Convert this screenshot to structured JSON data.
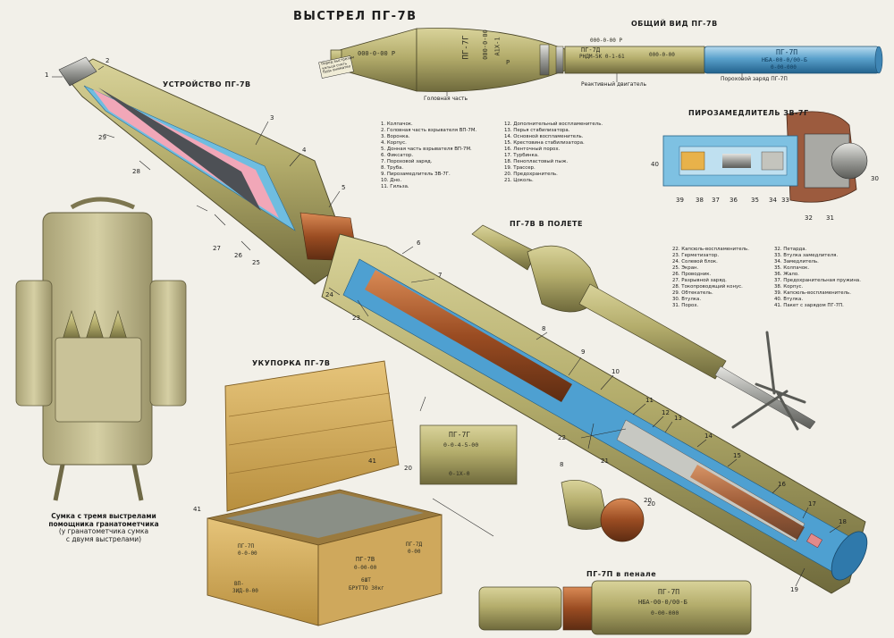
{
  "titles": {
    "main": "ВЫСТРЕЛ ПГ-7В",
    "general_view": "ОБЩИЙ ВИД ПГ-7В",
    "device": "УСТРОЙСТВО ПГ-7В",
    "delay_fuze": "ПИРОЗАМЕДЛИТЕЛЬ ЗВ-7Г",
    "in_flight": "ПГ-7В В ПОЛЕТЕ",
    "packing": "УКУПОРКА ПГ-7В",
    "in_case": "ПГ-7П в пенале"
  },
  "general_view": {
    "labels": {
      "warhead": "Головная часть",
      "motor": "Реактивный двигатель",
      "charge": "Пороховой заряд ПГ-7П"
    },
    "markings": {
      "pg7g": "ПГ-7Г",
      "lot_a": "000-0-00 Р",
      "lot_b": "000-0-00",
      "a1x": "А1Х-1",
      "p": "Р",
      "pg7d": "ПГ-7Д",
      "motor_m1": "000-0-00 Р",
      "motor_m2": "РНДМ-5К 0-1-61",
      "motor_m3": "000-0-00",
      "pg7p": "ПГ-7П",
      "pg7p_m1": "НБА-00-0/00-Б",
      "pg7p_m2": "0-00-000"
    },
    "tag": "Перед выстрелом\nкольцо снять\nбудь внимател"
  },
  "device_callouts": [
    "1",
    "2",
    "3",
    "4",
    "5",
    "6",
    "7",
    "8",
    "9",
    "10",
    "11",
    "12",
    "13",
    "14",
    "15",
    "16",
    "17",
    "18",
    "19",
    "20",
    "21",
    "22",
    "23",
    "24",
    "25",
    "26",
    "27",
    "28",
    "29"
  ],
  "legend_left": [
    "1. Колпачок.",
    "2. Головная часть взрывателя ВП-7М.",
    "3. Воронка.",
    "4. Корпус.",
    "5. Донная часть взрывателя ВП-7М.",
    "6. Фиксатор.",
    "7. Пороховой заряд.",
    "8. Труба.",
    "9. Пирозамедлитель ЗВ-7Г.",
    "10. Дно.",
    "11. Гильза."
  ],
  "legend_right": [
    "12. Дополнительный воспламенитель.",
    "13. Перья стабилизатора.",
    "14. Основной воспламенитель.",
    "15. Крестовина стабилизатора.",
    "16. Ленточный порох.",
    "17. Турбинка.",
    "18. Пенопластовый пыж.",
    "19. Трассер.",
    "20. Предохранитель.",
    "21. Цоколь."
  ],
  "fuze_callouts": [
    "30",
    "31",
    "32",
    "33",
    "34",
    "35",
    "36",
    "37",
    "38",
    "39",
    "40"
  ],
  "fuze_legend_left": [
    "22. Капсюль-воспламенитель.",
    "23. Герметизатор.",
    "24. Солевой блок.",
    "25. Экран.",
    "26. Проводник.",
    "27. Разрывной заряд.",
    "28. Токопроводящий конус.",
    "29. Обтекатель.",
    "30. Втулка.",
    "31. Порох."
  ],
  "fuze_legend_right": [
    "32. Петарда.",
    "33. Втулка замедлителя.",
    "34. Замедлитель.",
    "35. Колпачок.",
    "36. Жало.",
    "37. Предохранительная пружина.",
    "38. Корпус.",
    "39. Капсюль-воспламенитель.",
    "40. Втулка.",
    "41. Пакет с зарядом ПГ-7П."
  ],
  "packing": {
    "callouts": [
      "41",
      "20",
      "41"
    ],
    "lid_markings": {
      "l1": "ПГ-7Г",
      "l2": "0-0-4-5-00",
      "l3": "0-1Х-0"
    },
    "crate_markings": {
      "c1": "ПГ-7П",
      "c2": "0-0-00",
      "c3": "ПГ-7В",
      "c4": "0-00-00",
      "c5": "6ШТ",
      "c6": "БРУТТО 30кг",
      "c7": "ВП-",
      "c8": "ЗИД-0-00",
      "c9": "ПГ-7Д",
      "c10": "0-00"
    }
  },
  "parts_callouts": [
    "8",
    "20"
  ],
  "case_markings": {
    "m1": "ПГ-7П",
    "m2": "НБА-00-0/00-Б",
    "m3": "0-00-000"
  },
  "bag_caption": {
    "line1": "Сумка с тремя выстрелами",
    "line2": "помощника гранатометчика",
    "line3": "(у гранатометчика сумка",
    "line4": "с двумя выстрелами)"
  }
}
